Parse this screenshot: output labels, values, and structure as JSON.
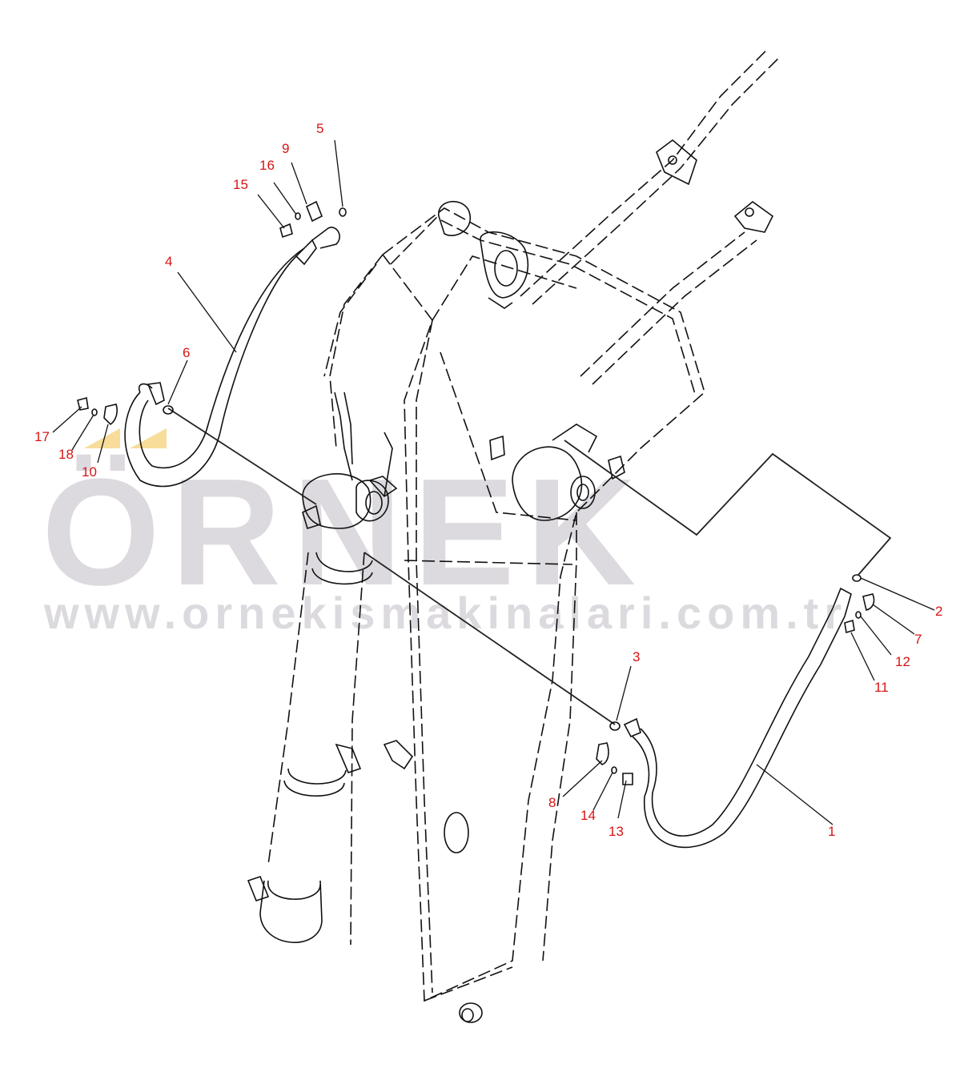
{
  "diagram": {
    "title": "Boom cylinder hydraulic hose assembly (exploded parts view)",
    "watermark": {
      "logo_text": "ÖRNEK",
      "url_text": "www.ornekismakinalari.com.tr",
      "color": "#dcdade",
      "accent_color": "#f7dc9a"
    },
    "callout_color": "#d81414",
    "callouts": [
      {
        "id": "1",
        "label": "1",
        "part": "hose (right)"
      },
      {
        "id": "2",
        "label": "2",
        "part": "O-ring (right upper)"
      },
      {
        "id": "3",
        "label": "3",
        "part": "O-ring (right lower)"
      },
      {
        "id": "4",
        "label": "4",
        "part": "hose (left)"
      },
      {
        "id": "5",
        "label": "5",
        "part": "O-ring (left upper)"
      },
      {
        "id": "6",
        "label": "6",
        "part": "O-ring (left lower)"
      },
      {
        "id": "7",
        "label": "7",
        "part": "split flange"
      },
      {
        "id": "8",
        "label": "8",
        "part": "split flange"
      },
      {
        "id": "9",
        "label": "9",
        "part": "split flange"
      },
      {
        "id": "10",
        "label": "10",
        "part": "split flange"
      },
      {
        "id": "11",
        "label": "11",
        "part": "bolt"
      },
      {
        "id": "12",
        "label": "12",
        "part": "washer"
      },
      {
        "id": "13",
        "label": "13",
        "part": "bolt"
      },
      {
        "id": "14",
        "label": "14",
        "part": "washer"
      },
      {
        "id": "15",
        "label": "15",
        "part": "bolt"
      },
      {
        "id": "16",
        "label": "16",
        "part": "washer"
      },
      {
        "id": "17",
        "label": "17",
        "part": "bolt"
      },
      {
        "id": "18",
        "label": "18",
        "part": "washer"
      }
    ]
  }
}
